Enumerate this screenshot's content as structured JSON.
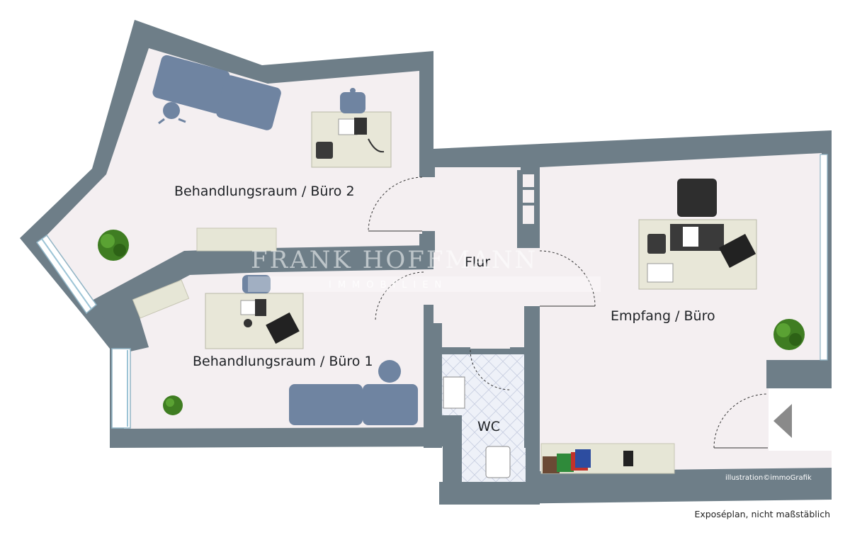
{
  "rooms": {
    "room_2": "Behandlungsraum / Büro 2",
    "room_1": "Behandlungsraum / Büro 1",
    "hall": "Flur",
    "reception": "Empfang / Büro",
    "wc": "WC"
  },
  "watermark": {
    "name": "FRANK HOFFMANN",
    "sub": "IMMOBILIEN"
  },
  "credit": "illustration©immoGrafik",
  "note": "Exposéplan, nicht maßstäblich",
  "colors": {
    "wall": "#6e7e88",
    "floor": "#f4eff1",
    "furniture": "#6f84a1",
    "desk": "#e8e7d8",
    "counter": "#e6e6d6",
    "plant": "#3f7d22"
  },
  "icons": [
    "plant-icon",
    "office-chair-icon",
    "treatment-couch-icon",
    "telephone-icon",
    "stethoscope-icon",
    "laptop-icon",
    "entrance-arrow-icon",
    "toilet-icon",
    "sink-icon"
  ]
}
